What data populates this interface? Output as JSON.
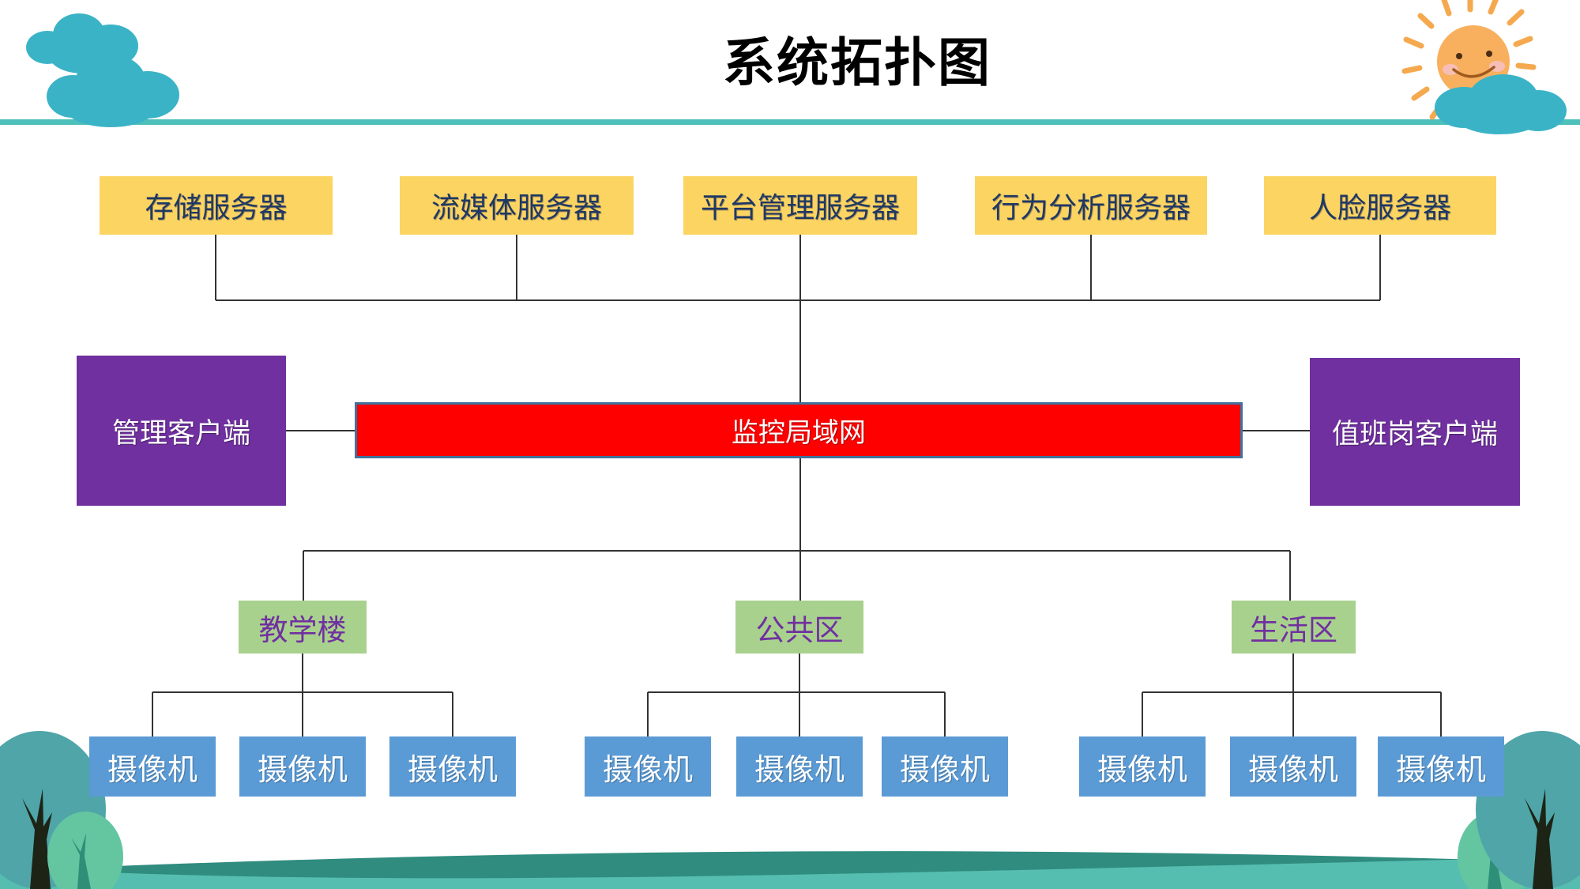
{
  "title": "系统拓扑图",
  "diagram": {
    "servers": [
      "存储服务器",
      "流媒体服务器",
      "平台管理服务器",
      "行为分析服务器",
      "人脸服务器"
    ],
    "network_label": "监控局域网",
    "client_left": "管理客户端",
    "client_right": "值班岗客户端",
    "areas": [
      "教学楼",
      "公共区",
      "生活区"
    ],
    "camera_label": "摄像机"
  },
  "colors": {
    "server_box": "#FCD462",
    "server_text": "#1F3864",
    "network_fill": "#FF0000",
    "network_border": "#41719C",
    "network_text": "#FFFFFF",
    "client_box": "#7030A0",
    "client_text": "#FFFFFF",
    "area_box": "#A9D18E",
    "area_text": "#7030A0",
    "camera_box": "#5B9BD5",
    "camera_text": "#FFFFFF",
    "divider_line": "#4EC0BC",
    "connector_line": "#333333",
    "cloud": "#3BB3C6",
    "sun": "#F8B05E",
    "hill_dark": "#2F8C7E",
    "hill_light": "#55BEB1"
  },
  "decorations": {
    "top_left": "clouds",
    "top_right": "sun with cloud",
    "bottom": "hills and trees"
  }
}
